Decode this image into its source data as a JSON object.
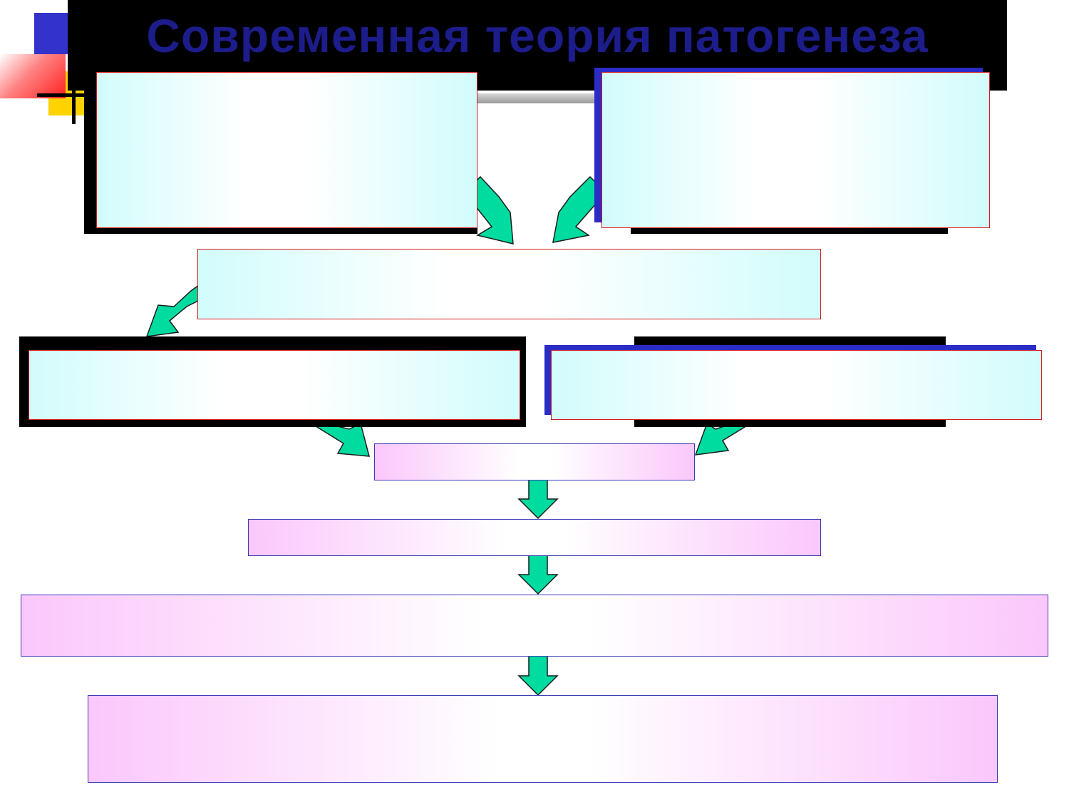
{
  "slide": {
    "title": "Современная теория патогенеза",
    "colors": {
      "title_text": "#1c1c8a",
      "title_band": "#000000",
      "box_border_red": "#d81b1b",
      "box_border_blue": "#3a3ab4",
      "arrow_fill": "#00dca0",
      "accent_blue": "#2b2bc6",
      "accent_red": "#ff2020",
      "accent_yellow": "#ffd200"
    },
    "boxes": [
      {
        "id": "top-left",
        "text": ""
      },
      {
        "id": "top-right",
        "text": ""
      },
      {
        "id": "middle",
        "text": ""
      },
      {
        "id": "row3-left",
        "text": ""
      },
      {
        "id": "row3-right",
        "text": ""
      },
      {
        "id": "step-1",
        "text": ""
      },
      {
        "id": "step-2",
        "text": ""
      },
      {
        "id": "step-3",
        "text": ""
      },
      {
        "id": "step-4",
        "text": ""
      }
    ]
  }
}
